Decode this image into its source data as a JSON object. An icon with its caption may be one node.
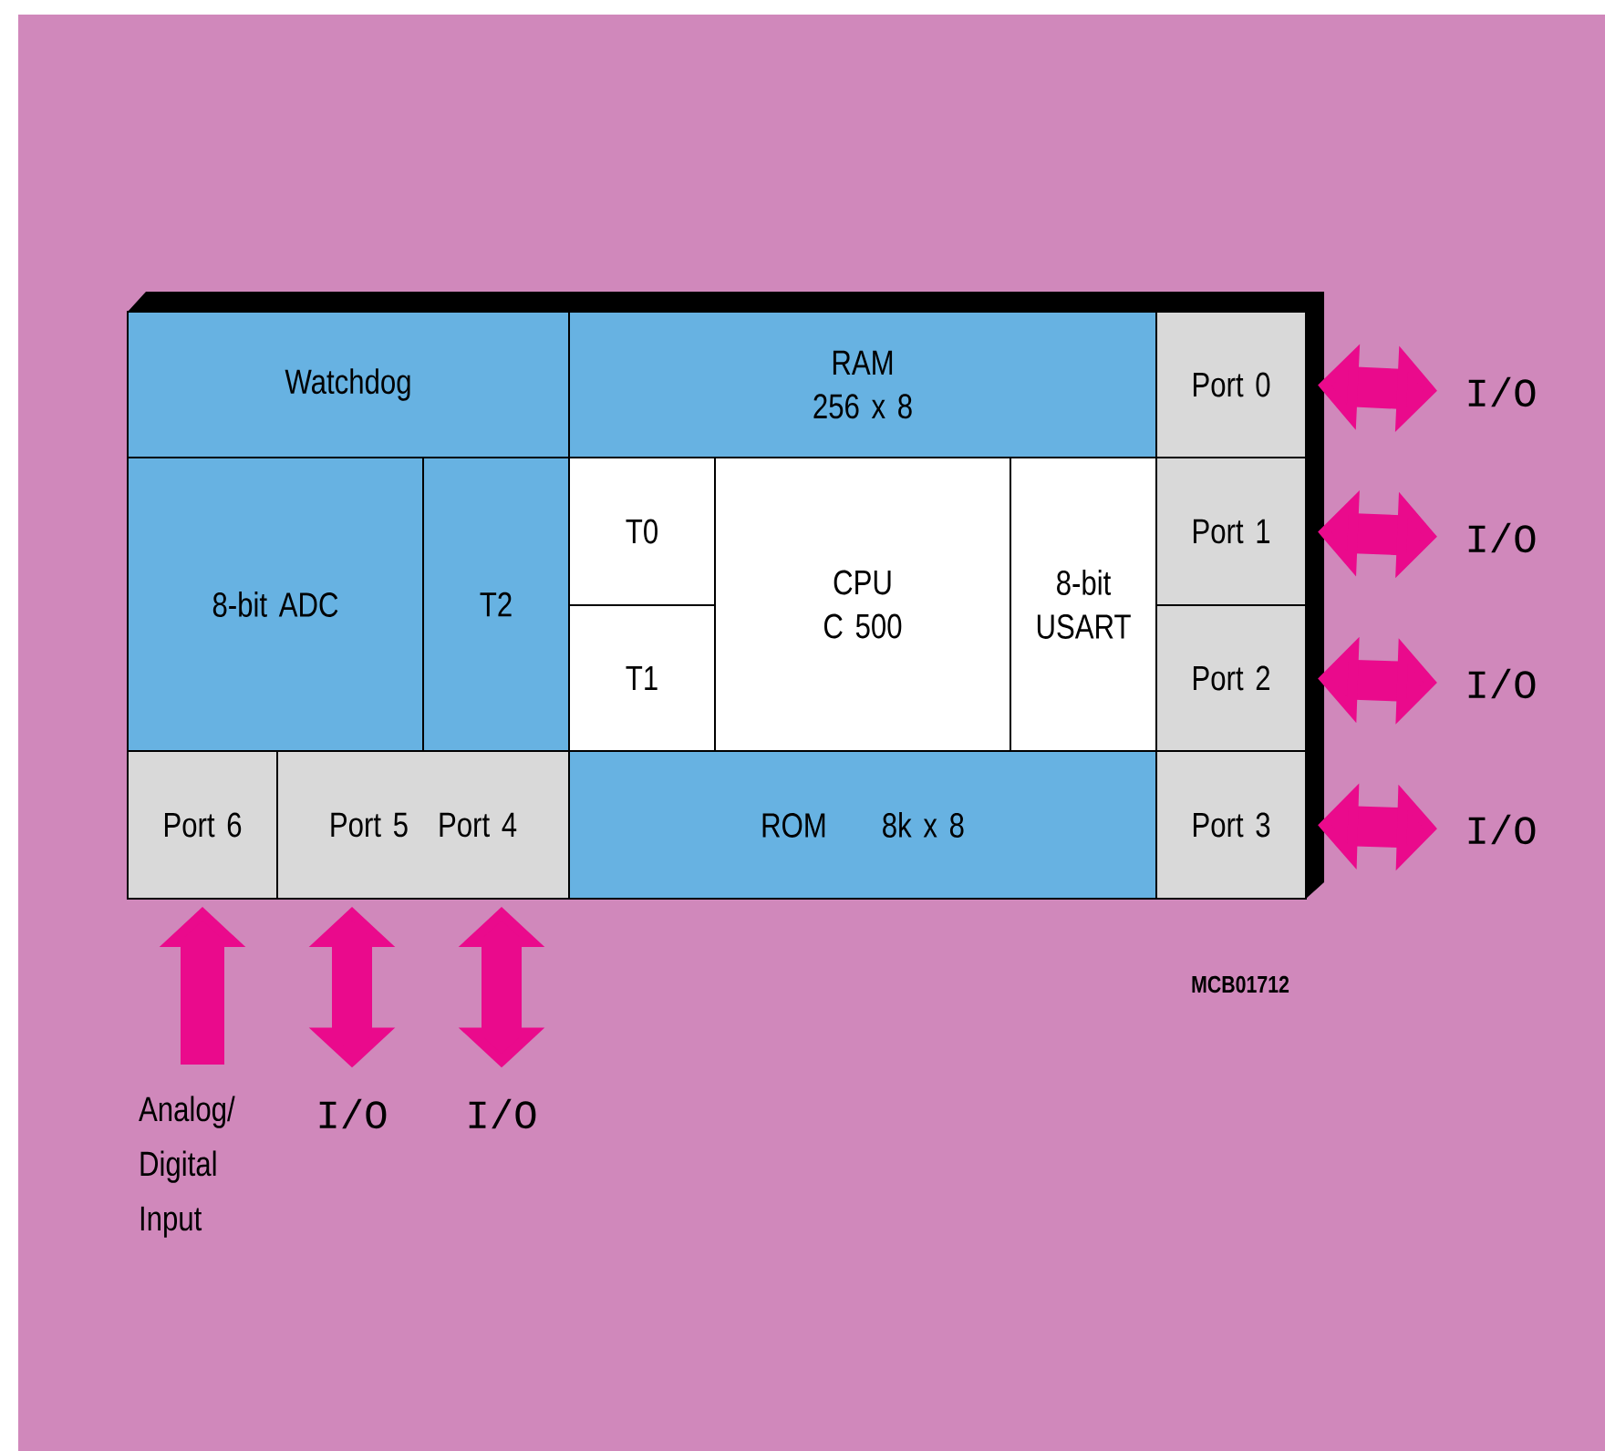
{
  "diagram": {
    "nodes": [
      {
        "text": [
          "Watchdog"
        ]
      },
      {
        "text": [
          "RAM",
          "256 x 8"
        ]
      },
      {
        "text": [
          "Port 0"
        ]
      },
      {
        "text": [
          "8-bit ADC"
        ]
      },
      {
        "text": [
          "T2"
        ]
      },
      {
        "text": [
          "T0"
        ]
      },
      {
        "text": [
          "CPU",
          "C 500"
        ]
      },
      {
        "text": [
          "8-bit USART"
        ]
      },
      {
        "text": [
          "Port 1"
        ]
      },
      {
        "text": [
          "T1"
        ]
      },
      {
        "text": [
          "Port 2"
        ]
      },
      {
        "text": [
          "Port 6"
        ]
      },
      {
        "text": [
          "Port 5",
          "Port 4"
        ]
      },
      {
        "text": [
          "ROM",
          "8k x 8"
        ]
      },
      {
        "text": [
          "Port 3"
        ]
      },
      {
        "text": [
          "I/O"
        ]
      },
      {
        "text": [
          "I/O"
        ]
      },
      {
        "text": [
          "I/O"
        ]
      },
      {
        "text": [
          "I/O"
        ]
      },
      {
        "text": [
          "Analog/ Digital Input"
        ]
      },
      {
        "text": [
          "I/O"
        ]
      },
      {
        "text": [
          "I/O"
        ]
      }
    ],
    "edges": [
      {
        "from": 2,
        "to": 15,
        "arrow": "both"
      },
      {
        "from": 8,
        "to": 16,
        "arrow": "both"
      },
      {
        "from": 10,
        "to": 17,
        "arrow": "both"
      },
      {
        "from": 14,
        "to": 18,
        "arrow": "both"
      },
      {
        "from": 19,
        "to": 11,
        "arrow": "to"
      },
      {
        "from": 12,
        "to": 20,
        "arrow": "both"
      },
      {
        "from": 12,
        "to": 21,
        "arrow": "both"
      }
    ],
    "labels": [
      "MCB01712"
    ]
  }
}
